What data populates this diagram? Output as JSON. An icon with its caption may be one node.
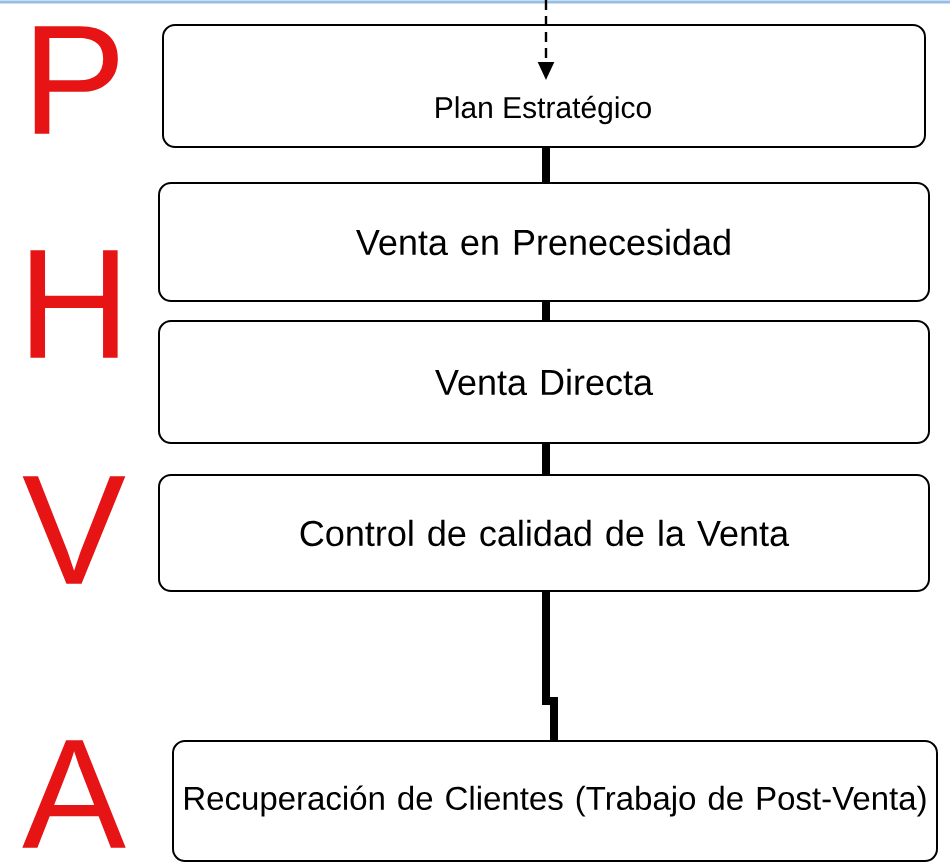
{
  "diagram": {
    "nodes": [
      {
        "text": [
          "Plan Estratégico"
        ]
      },
      {
        "text": [
          "Venta en Prenecesidad"
        ]
      },
      {
        "text": [
          "Venta Directa"
        ]
      },
      {
        "text": [
          "Control de calidad de la Venta"
        ]
      },
      {
        "text": [
          "Recuperación de Clientes (Trabajo de Post-Venta)"
        ]
      }
    ],
    "edges": [
      {
        "from": null,
        "to": 0,
        "arrow": "to",
        "style": "dashed"
      },
      {
        "from": 0,
        "to": 1,
        "arrow": "none"
      },
      {
        "from": 1,
        "to": 2,
        "arrow": "none"
      },
      {
        "from": 2,
        "to": 3,
        "arrow": "none"
      },
      {
        "from": 3,
        "to": 4,
        "arrow": "none"
      }
    ],
    "labels": [
      "P",
      "H",
      "V",
      "A"
    ]
  }
}
